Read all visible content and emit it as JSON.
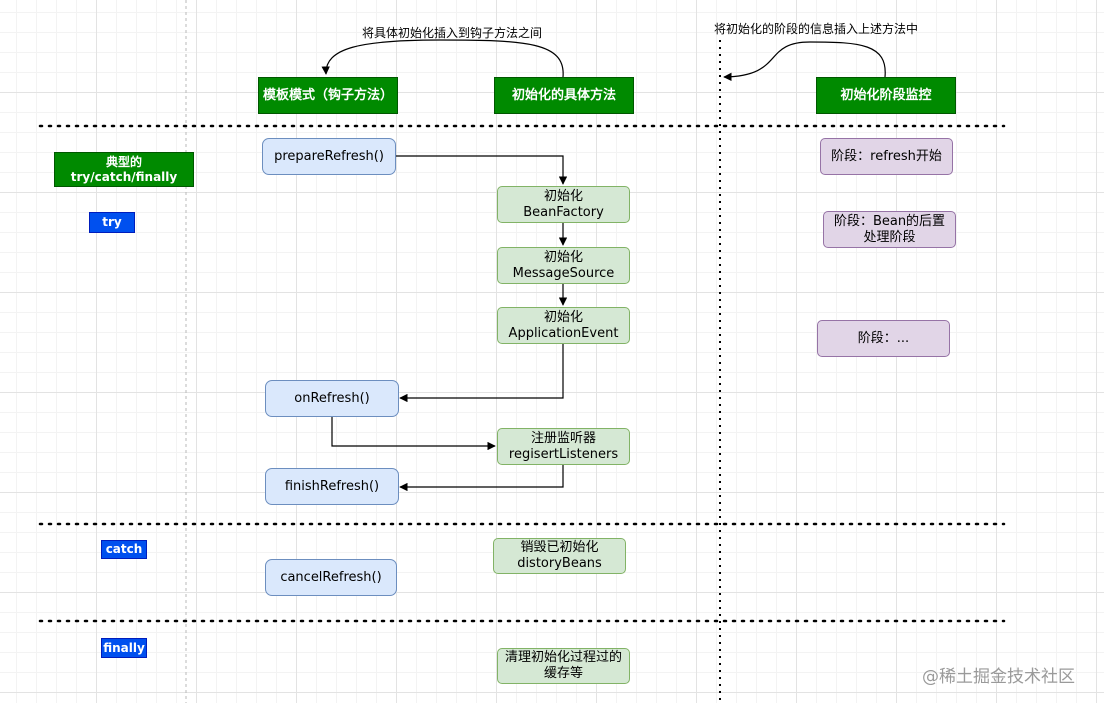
{
  "headers": {
    "template_mode": "模板模式（钩子方法）",
    "concrete_init": "初始化的具体方法",
    "stage_monitor": "初始化阶段监控"
  },
  "notes": {
    "insert_between_hooks": "将具体初始化插入到钩子方法之间",
    "insert_stage_info": "将初始化的阶段的信息插入上述方法中"
  },
  "left": {
    "typical_label": "典型的try/catch/finally",
    "try": "try",
    "catch": "catch",
    "finally": "finally"
  },
  "hooks": {
    "prepare_refresh": "prepareRefresh()",
    "on_refresh": "onRefresh()",
    "finish_refresh": "finishRefresh()",
    "cancel_refresh": "cancelRefresh()"
  },
  "init_steps": {
    "bean_factory": "初始化\nBeanFactory",
    "message_source": "初始化\nMessageSource",
    "application_event": "初始化\nApplicationEvent",
    "register_listeners": "注册监听器\nregisertListeners",
    "destroy_beans": "销毁已初始化\ndistoryBeans",
    "clear_cache": "清理初始化过程过的\n缓存等"
  },
  "stages": {
    "refresh_start": "阶段：refresh开始",
    "bean_post_process": "阶段：Bean的后置\n处理阶段",
    "ellipsis": "阶段：..."
  },
  "watermark": "@稀土掘金技术社区",
  "colors": {
    "header_green": "#008a00",
    "tag_blue": "#0050ef",
    "hook_fill": "#dae8fc",
    "init_fill": "#d5e8d4",
    "stage_fill": "#e1d5e7"
  }
}
